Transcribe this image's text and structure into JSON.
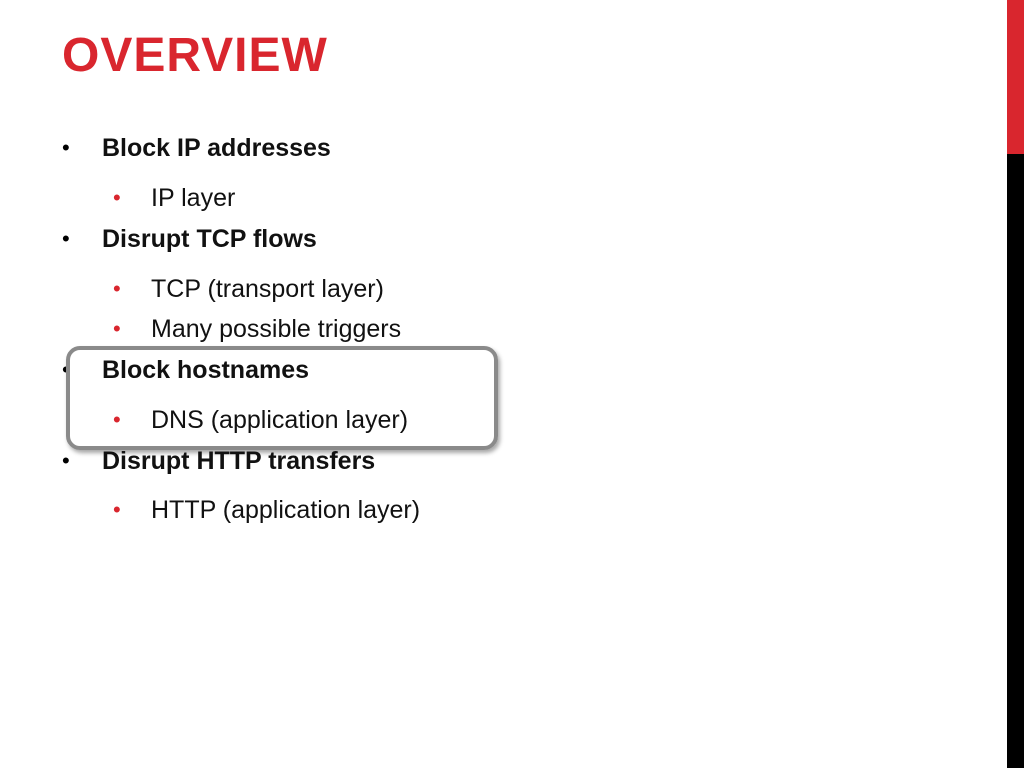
{
  "slide": {
    "title": "OVERVIEW",
    "accent_color": "#d9262e",
    "bullets": [
      {
        "text": "Block IP addresses",
        "children": [
          "IP layer"
        ]
      },
      {
        "text": "Disrupt TCP flows",
        "children": [
          "TCP (transport layer)",
          "Many possible triggers"
        ]
      },
      {
        "text": "Block hostnames",
        "children": [
          "DNS (application layer)"
        ],
        "highlighted": true
      },
      {
        "text": "Disrupt HTTP transfers",
        "children": [
          "HTTP (application layer)"
        ]
      }
    ],
    "bullet_glyph": "•"
  }
}
